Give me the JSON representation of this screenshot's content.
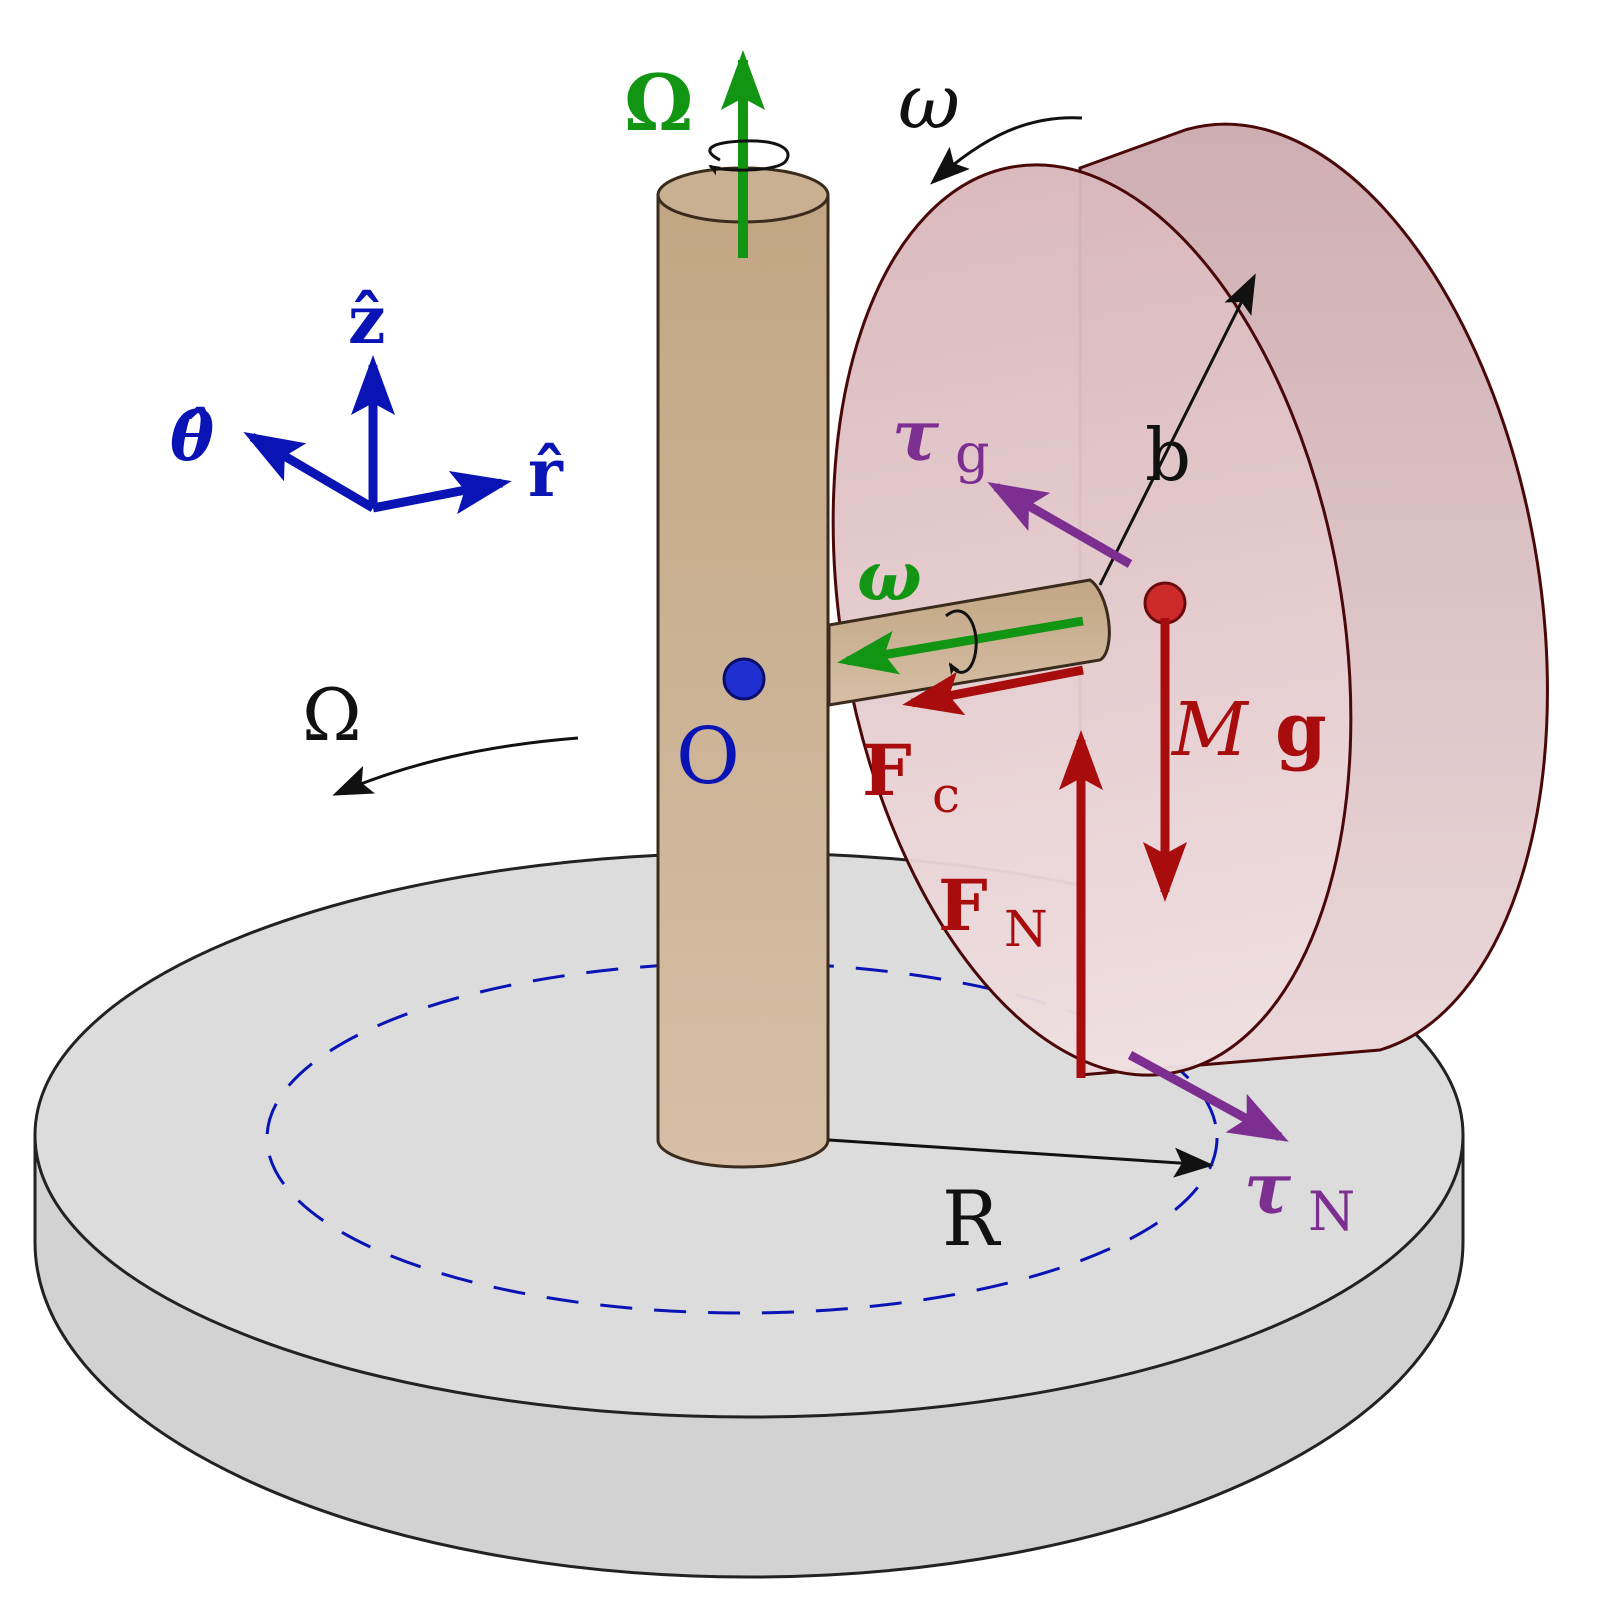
{
  "colors": {
    "green": "#129512",
    "blue": "#0a14b4",
    "dark_red": "#a80c0c",
    "purple": "#7d2e91",
    "black": "#111111",
    "shaft_fill": "#c9b092",
    "shaft_stroke": "#3a2b1c",
    "wheel_fill": "#e2c4c8",
    "wheel_rim": "#d6b5ba",
    "wheel_stroke": "#4a0808",
    "base_fill": "#dcdcdc",
    "base_side": "#d2d2d2",
    "base_stroke": "#222222",
    "center_dot": "#cc2a2a",
    "origin_dot": "#2030d0"
  },
  "labels": {
    "omega_cap_top": "Ω",
    "omega_cap_side": "Ω",
    "omega_small_top": "ω",
    "omega_small_axle": "ω",
    "z_hat": "ẑ",
    "r_hat": "r̂",
    "theta_hat": "θ̂",
    "origin": "O",
    "radius_b": "b",
    "radius_R": "R",
    "tau": "τ",
    "tau_g_sub": "g",
    "tau_N_sub": "N",
    "mg_M": "M",
    "mg_g": "g",
    "force_F": "F",
    "fc_sub": "c",
    "fn_sub": "N"
  }
}
